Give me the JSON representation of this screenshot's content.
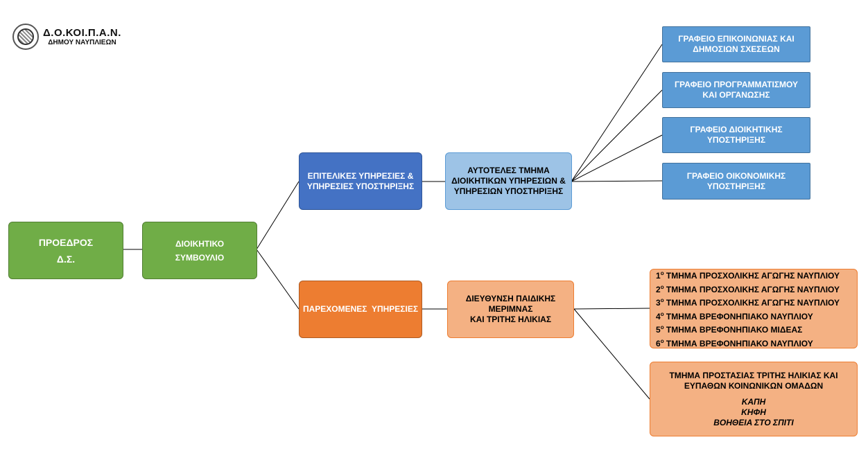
{
  "logo": {
    "title": "Δ.Ο.ΚΟΙ.Π.Α.Ν.",
    "subtitle": "ΔΗΜΟΥ ΝΑΥΠΛΙΕΩΝ"
  },
  "nodes": {
    "president": {
      "line1": "ΠΡΟΕΔΡΟΣ",
      "line2": "Δ.Σ."
    },
    "board": {
      "line1": "ΔΙΟΙΚΗΤΙΚΟ",
      "line2": "ΣΥΜΒΟΥΛΙΟ"
    },
    "staff_services": {
      "line1": "ΕΠΙΤΕΛΙΚΕΣ ΥΠΗΡΕΣΙΕΣ &",
      "line2": "ΥΠΗΡΕΣΙΕΣ ΥΠΟΣΤΗΡΙΞΗΣ"
    },
    "admin_dept": {
      "line1": "ΑΥΤΟΤΕΛΕΣ ΤΜΗΜΑ",
      "line2": "ΔΙΟΙΚΗΤΙΚΩΝ ΥΠΗΡΕΣΙΩΝ &",
      "line3": "ΥΠΗΡΕΣΙΩΝ ΥΠΟΣΤΗΡΙΞΗΣ"
    },
    "office_comm": {
      "line1": "ΓΡΑΦΕΙΟ ΕΠΙΚΟΙΝΩΝΙΑΣ ΚΑΙ",
      "line2": "ΔΗΜΟΣΙΩΝ ΣΧΕΣΕΩΝ"
    },
    "office_plan": {
      "line1": "ΓΡΑΦΕΙΟ ΠΡΟΓΡΑΜΜΑΤΙΣΜΟΥ",
      "line2": "ΚΑΙ ΟΡΓΑΝΩΣΗΣ"
    },
    "office_admin": {
      "line1": "ΓΡΑΦΕΙΟ ΔΙΟΙΚΗΤΙΚΗΣ",
      "line2": "ΥΠΟΣΤΗΡΙΞΗΣ"
    },
    "office_fin": {
      "line1": "ΓΡΑΦΕΙΟ ΟΙΚΟΝΟΜΙΚΗΣ",
      "line2": "ΥΠΟΣΤΗΡΙΞΗΣ"
    },
    "provided_services": {
      "line1": "ΠΑΡΕΧΟΜΕΝΕΣ  ΥΠΗΡΕΣΙΕΣ"
    },
    "childcare_dir": {
      "line1": "ΔΙΕΥΘΥΝΣΗ ΠΑΙΔΙΚΗΣ",
      "line2": "ΜΕΡΙΜΝΑΣ",
      "line3": "ΚΑΙ ΤΡΙΤΗΣ ΗΛΙΚΙΑΣ"
    },
    "preschool_list": [
      {
        "num": "1",
        "ord": "ο",
        "text": "ΤΜΗΜΑ ΠΡΟΣΧΟΛΙΚΗΣ ΑΓΩΓΗΣ ΝΑΥΠΛΙΟΥ"
      },
      {
        "num": "2",
        "ord": "ο",
        "text": "ΤΜΗΜΑ ΠΡΟΣΧΟΛΙΚΗΣ ΑΓΩΓΗΣ ΝΑΥΠΛΙΟΥ"
      },
      {
        "num": "3",
        "ord": "ο",
        "text": "ΤΜΗΜΑ ΠΡΟΣΧΟΛΙΚΗΣ ΑΓΩΓΗΣ ΝΑΥΠΛΙΟΥ"
      },
      {
        "num": "4",
        "ord": "ο",
        "text": "ΤΜΗΜΑ ΒΡΕΦΟΝΗΠΙΑΚΟ ΝΑΥΠΛΙΟΥ"
      },
      {
        "num": "5",
        "ord": "ο",
        "text": "ΤΜΗΜΑ ΒΡΕΦΟΝΗΠΙΑΚΟ ΜΙΔΕΑΣ"
      },
      {
        "num": "6",
        "ord": "ο",
        "text": "ΤΜΗΜΑ ΒΡΕΦΟΝΗΠΙΑΚΟ ΝΑΥΠΛΙΟΥ"
      }
    ],
    "elderly_dept": {
      "line1": "ΤΜΗΜΑ ΠΡΟΣΤΑΣΙΑΣ ΤΡΙΤΗΣ ΗΛΙΚΙΑΣ ΚΑΙ",
      "line2": "ΕΥΠΑΘΩΝ ΚΟΙΝΩΝΙΚΩΝ ΟΜΑΔΩΝ",
      "item1": "ΚΑΠΗ",
      "item2": "ΚΗΦΗ",
      "item3": "ΒΟΗΘΕΙΑ ΣΤΟ ΣΠΙΤΙ"
    }
  },
  "colors": {
    "green": "#70ad47",
    "blue_dark": "#4472c4",
    "blue_light": "#9dc3e6",
    "blue_mid": "#5b9bd5",
    "orange": "#ed7d31",
    "peach": "#f4b183",
    "line": "#000000"
  }
}
